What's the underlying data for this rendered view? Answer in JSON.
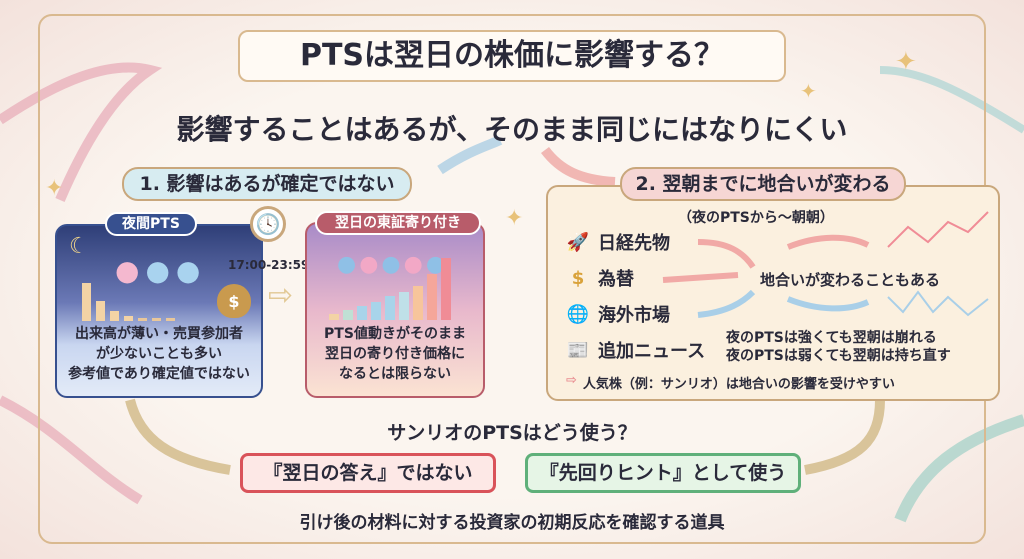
{
  "title": "PTSは翌日の株価に影響する？",
  "subtitle": "影響することはあるが、そのまま同じにはなりにくい",
  "section1": {
    "label": "1. 影響はあるが確定ではない",
    "night": {
      "label": "夜間PTS",
      "time": "17:00-23:59",
      "lines": [
        "出来高が薄い・売買参加者",
        "が少ないことも多い",
        "参考値であり確定値ではない"
      ]
    },
    "open": {
      "label": "翌日の東証寄り付き",
      "lines": [
        "PTS値動きがそのまま",
        "翌日の寄り付き価格に",
        "なるとは限らない"
      ]
    }
  },
  "section2": {
    "label": "2. 翌朝までに地合いが変わる",
    "note": "（夜のPTSから～朝朝）",
    "factors": [
      {
        "icon": "rocket-icon",
        "label": "日経先物"
      },
      {
        "icon": "currency-exchange-icon",
        "label": "為替"
      },
      {
        "icon": "globe-icon",
        "label": "海外市場"
      },
      {
        "icon": "newspaper-icon",
        "label": "追加ニュース"
      }
    ],
    "center": "地合いが変わることもある",
    "cases": [
      "夜のPTSは強くても翌朝は崩れる",
      "夜のPTSは弱くても翌朝は持ち直す"
    ],
    "popular": "人気株（例：サンリオ）は地合いの影響を受けやすい"
  },
  "usage": {
    "question": "サンリオのPTSはどう使う？",
    "not": "『翌日の答え』ではない",
    "use": "『先回りヒント』として使う",
    "summary": "引け後の材料に対する投資家の初期反応を確認する道具"
  },
  "colors": {
    "frame": "#d9b98f",
    "night": "#37508f",
    "open": "#b85c6a",
    "not": "#d9535a",
    "use": "#5fb07a"
  }
}
